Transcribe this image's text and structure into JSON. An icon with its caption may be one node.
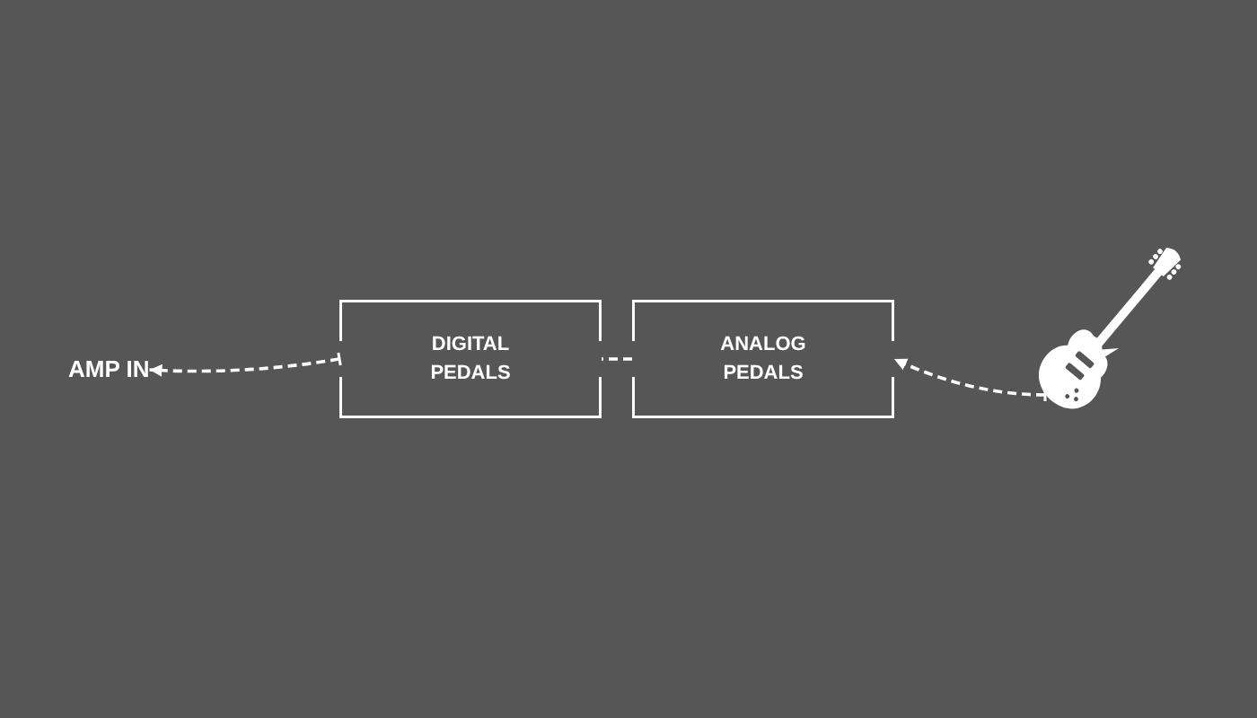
{
  "diagram": {
    "nodes": [
      {
        "text": [
          "AMP IN"
        ]
      },
      {
        "text": [
          "DIGITAL PEDALS"
        ]
      },
      {
        "text": [
          "ANALOG PEDALS"
        ]
      },
      {
        "text": [],
        "shape": "picture"
      }
    ],
    "edges": [
      {
        "from": 3,
        "to": 2,
        "arrow": "to",
        "style": "dashed"
      },
      {
        "from": 2,
        "to": 1,
        "arrow": "none",
        "style": "dashed"
      },
      {
        "from": 1,
        "to": 0,
        "arrow": "to",
        "style": "dashed"
      }
    ]
  }
}
